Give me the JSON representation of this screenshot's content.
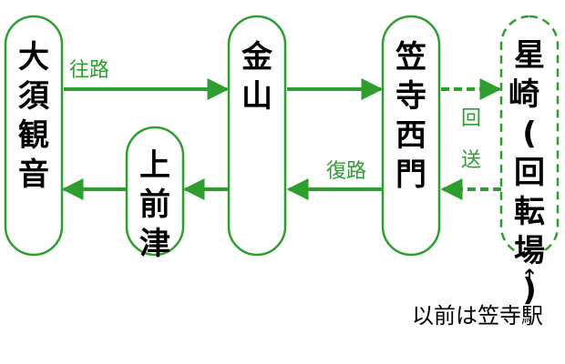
{
  "colors": {
    "route": "#2e9e2e",
    "node_border": "#2e9e2e",
    "text": "#000000"
  },
  "stations": {
    "osu_kannon": "大須観音",
    "kanayama": "金山",
    "kasadera_nishimon": "笠寺西門",
    "kamimaezu": "上前津",
    "hoshizaki_line1": "星崎",
    "hoshizaki_line2": "(回転場)"
  },
  "labels": {
    "outbound": "往路",
    "return": "復路",
    "deadhead": "回送"
  },
  "note": {
    "arrow": "↑",
    "text": "以前は笠寺駅"
  }
}
